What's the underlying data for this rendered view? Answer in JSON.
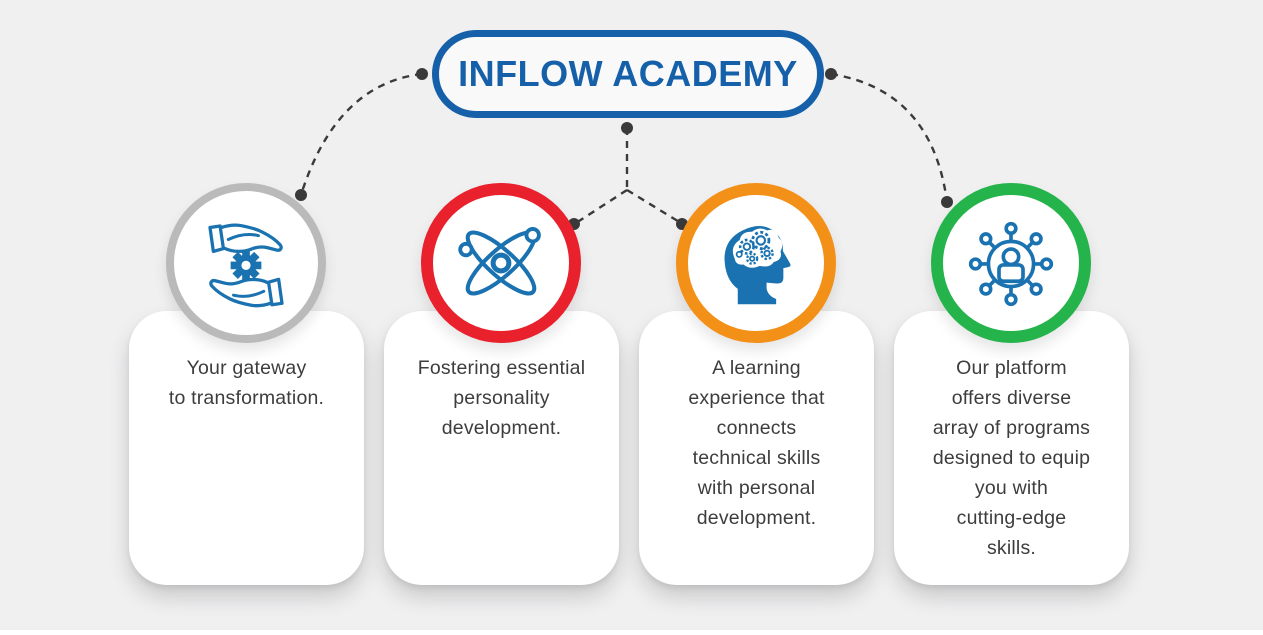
{
  "title": "INFLOW ACADEMY",
  "colors": {
    "background": "#f0f0f1",
    "title_blue": "#1560a8",
    "icon_blue": "#1a72b0",
    "connector": "#3a3a3a",
    "text": "#3d3d3d",
    "card_bg": "#ffffff"
  },
  "cards": [
    {
      "icon": "hands-gear-icon",
      "ring_color": "#bababa",
      "text": "Your gateway\nto transformation."
    },
    {
      "icon": "atom-icon",
      "ring_color": "#e8212d",
      "text": "Fostering essential\npersonality\ndevelopment."
    },
    {
      "icon": "head-gears-icon",
      "ring_color": "#f39018",
      "text": "A learning\nexperience that\nconnects\ntechnical skills\nwith personal\ndevelopment."
    },
    {
      "icon": "user-network-icon",
      "ring_color": "#25b34b",
      "text": "Our platform\noffers diverse\narray of programs\ndesigned to equip\nyou with\ncutting-edge\nskills."
    }
  ]
}
